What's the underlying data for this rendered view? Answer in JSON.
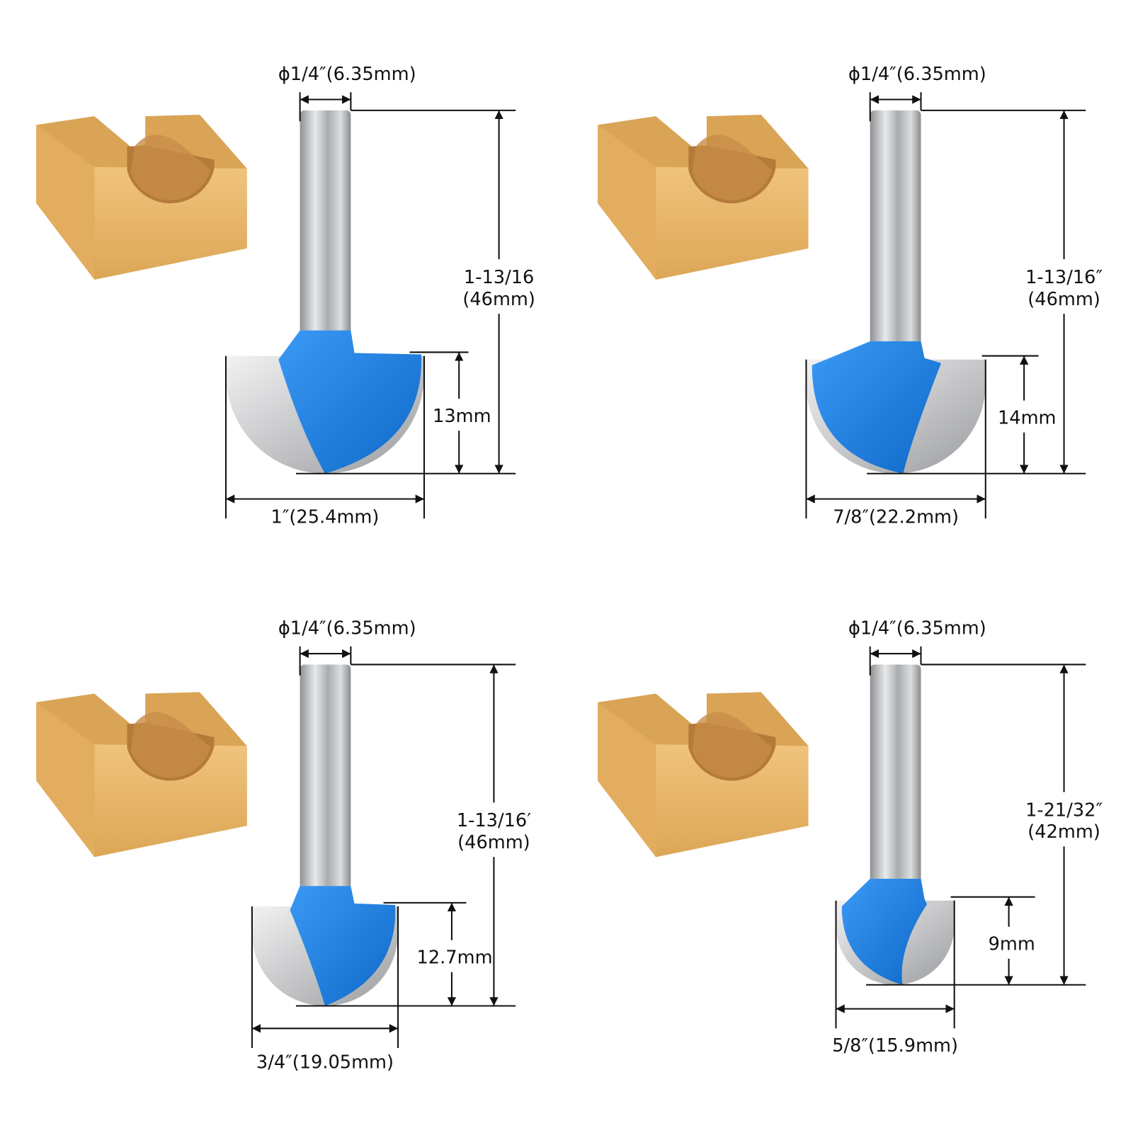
{
  "colors": {
    "blue": "#1e7fe0",
    "steel": "#c4c6c8",
    "wood": "#e6b36a",
    "line": "#111111"
  },
  "panels": [
    {
      "shank": "ϕ1/4″(6.35mm)",
      "height_in": "1-13/16",
      "height_mm": "(46mm)",
      "cut_height": "13mm",
      "width": "1″(25.4mm)"
    },
    {
      "shank": "ϕ1/4″(6.35mm)",
      "height_in": "1-13/16″",
      "height_mm": "(46mm)",
      "cut_height": "14mm",
      "width": "7/8″(22.2mm)"
    },
    {
      "shank": "ϕ1/4″(6.35mm)",
      "height_in": "1-13/16′",
      "height_mm": "(46mm)",
      "cut_height": "12.7mm",
      "width": "3/4″(19.05mm)"
    },
    {
      "shank": "ϕ1/4″(6.35mm)",
      "height_in": "1-21/32″",
      "height_mm": "(42mm)",
      "cut_height": "9mm",
      "width": "5/8″(15.9mm)"
    }
  ]
}
